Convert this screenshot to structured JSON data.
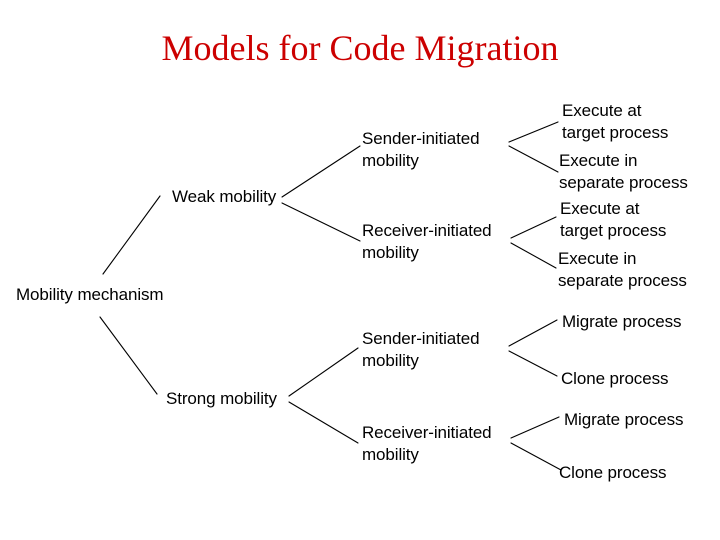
{
  "slide": {
    "title": "Models for Code Migration",
    "title_color": "#cc0000",
    "background_color": "#ffffff",
    "line_color": "#000000",
    "text_color": "#000000"
  },
  "diagram": {
    "type": "tree",
    "root": "Mobility mechanism",
    "level1": [
      "Weak mobility",
      "Strong mobility"
    ],
    "level2": [
      "Sender-initiated\nmobility",
      "Receiver-initiated\nmobility",
      "Sender-initiated\nmobility",
      "Receiver-initiated\nmobility"
    ],
    "leaves": [
      "Execute at\ntarget process",
      "Execute in\nseparate process",
      "Execute at\ntarget process",
      "Execute in\nseparate process",
      "Migrate process",
      "Clone process",
      "Migrate process",
      "Clone process"
    ]
  }
}
